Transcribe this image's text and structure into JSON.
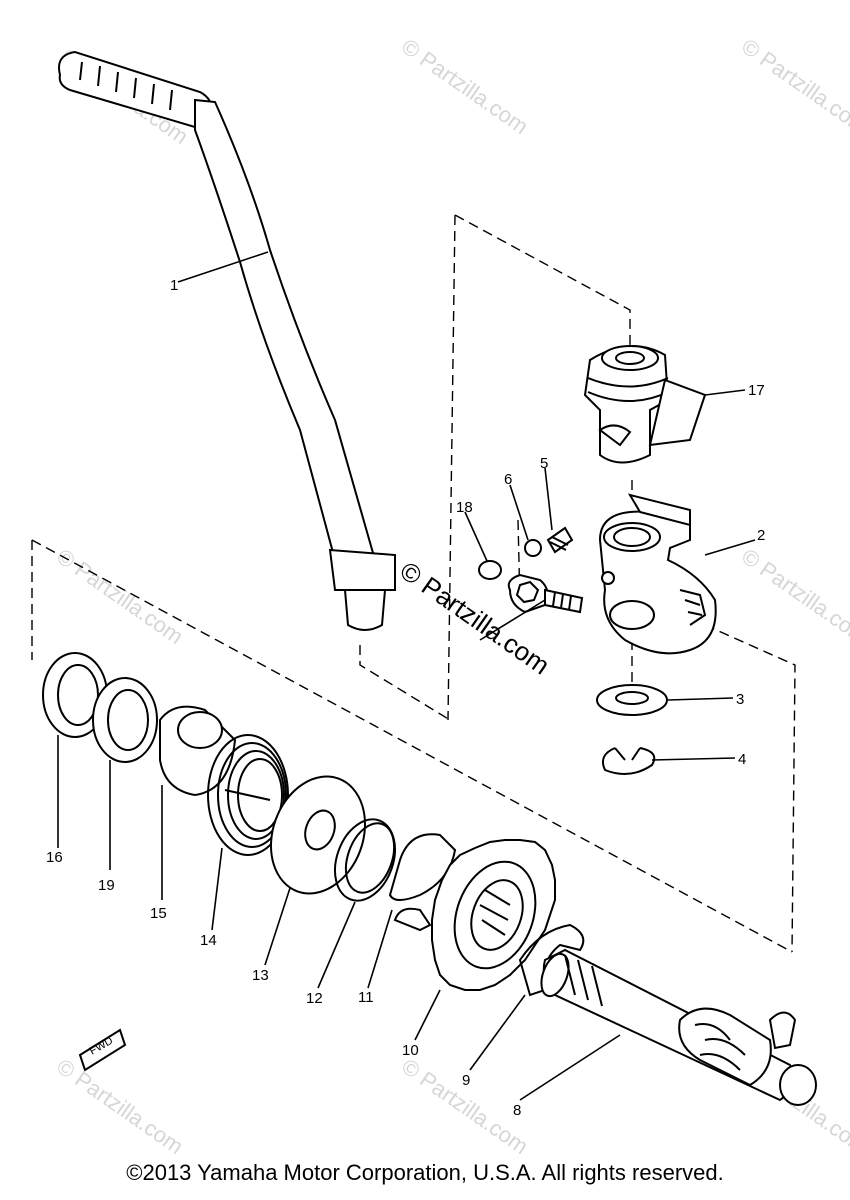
{
  "watermarks": {
    "center": "© Partzilla.com",
    "tile": "© Partzilla.com"
  },
  "callouts": [
    "1",
    "2",
    "3",
    "4",
    "5",
    "6",
    "8",
    "9",
    "10",
    "11",
    "12",
    "13",
    "14",
    "15",
    "16",
    "17",
    "18",
    "19"
  ],
  "fwd_label": "FWD",
  "copyright": "©2013  Yamaha Motor Corporation, U.S.A. All rights reserved."
}
